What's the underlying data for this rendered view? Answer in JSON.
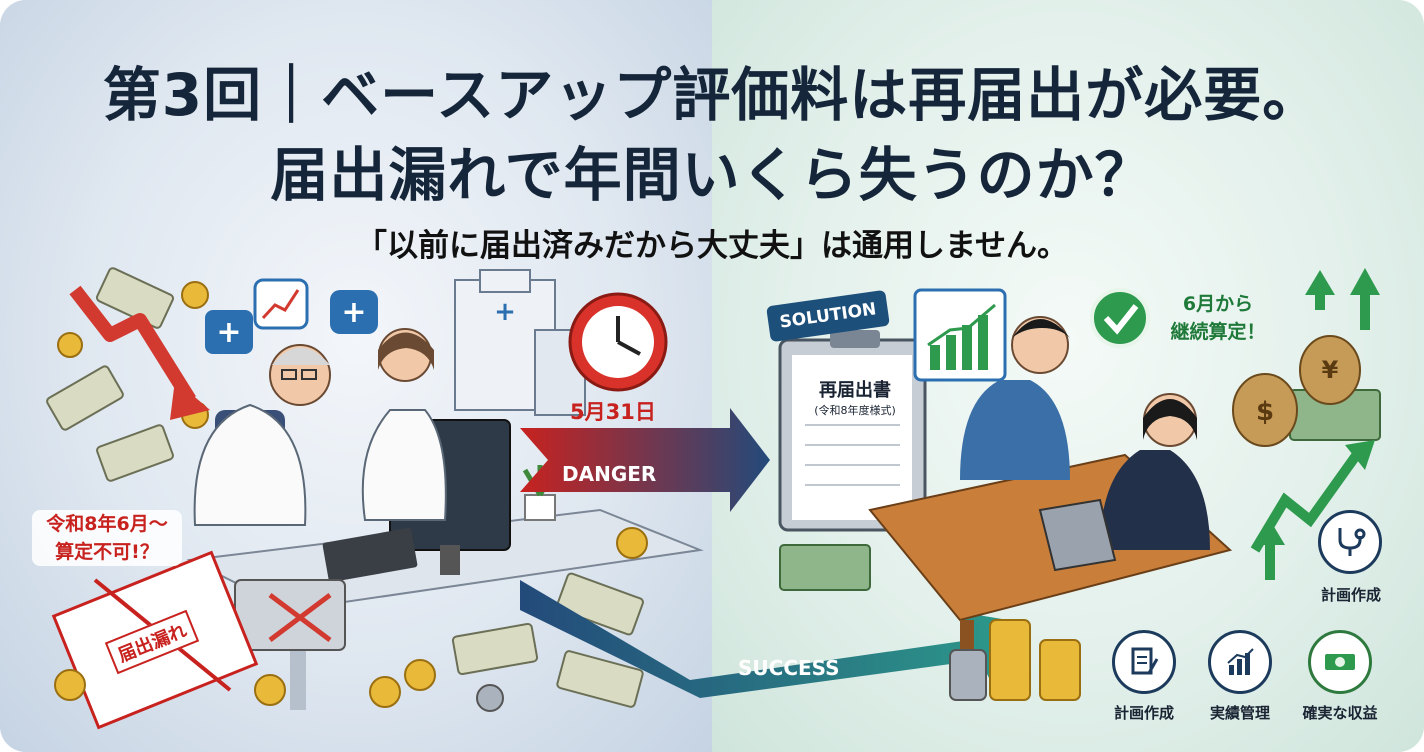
{
  "header": {
    "title_line1": "第3回｜ベースアップ評価料は再届出が必要。",
    "title_line2": "届出漏れで年間いくら失うのか？",
    "subtitle": "「以前に届出済みだから大丈夫」は通用しません。"
  },
  "left_scene": {
    "warning_label": "令和8年6月〜\n算定不可!？",
    "deadline": "5月31日",
    "danger_arrow": "DANGER",
    "stamp": "届出漏れ"
  },
  "right_scene": {
    "solution_tag": "SOLUTION",
    "form_title": "再届出書",
    "form_subtitle": "(令和8年度様式)",
    "check_label": "6月から\n継続算定！",
    "success_arrow": "SUCCESS"
  },
  "features": [
    {
      "label": "計画作成",
      "icon": "stethoscope-icon"
    },
    {
      "label": "計画作成",
      "icon": "document-pen-icon"
    },
    {
      "label": "実績管理",
      "icon": "bar-chart-icon"
    },
    {
      "label": "確実な収益",
      "icon": "money-icon"
    }
  ],
  "colors": {
    "danger": "#c8221f",
    "success": "#2e9a4e",
    "navy": "#1c3a5c",
    "title": "#16263a"
  }
}
